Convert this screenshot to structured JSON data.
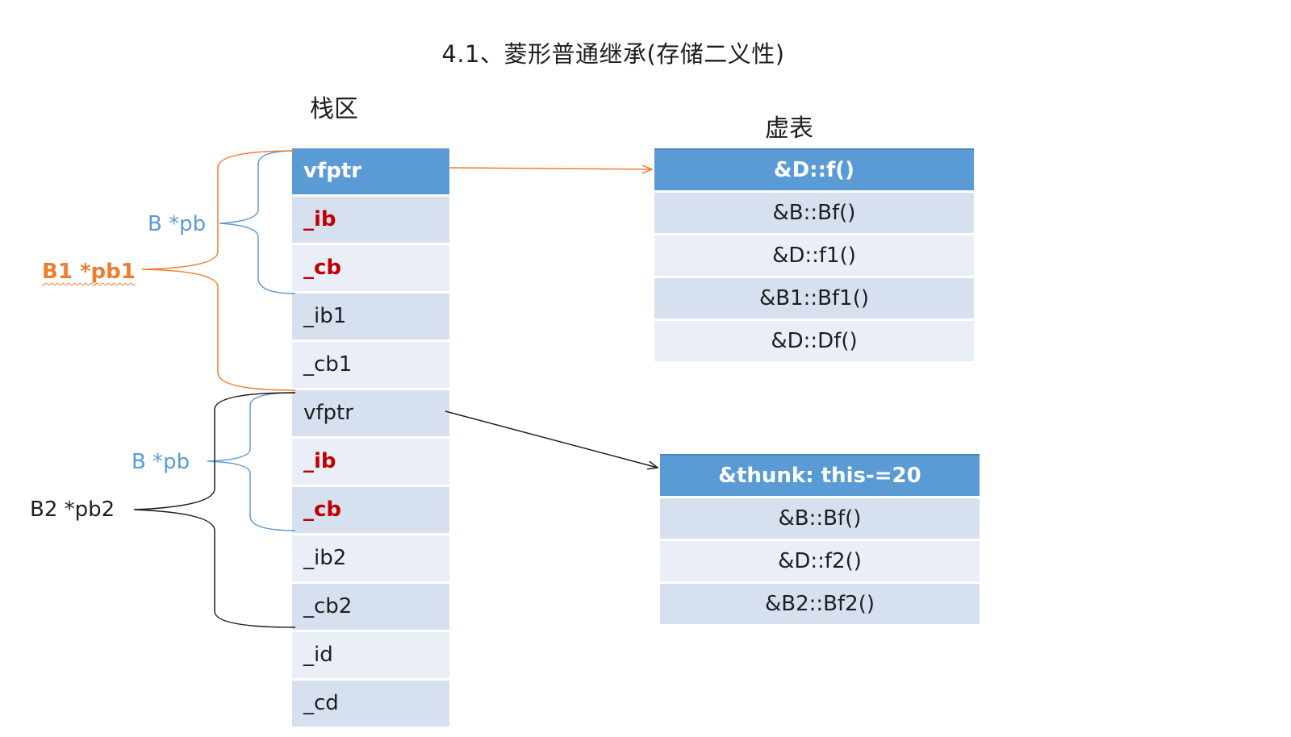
{
  "title": "4.1、菱形普通继承(存储二义性)",
  "stack_heading": "栈区",
  "vtable_heading": "虚表",
  "stack_cells": [
    {
      "text": "vfptr",
      "style": "header"
    },
    {
      "text": "_ib",
      "style": "dark red"
    },
    {
      "text": "_cb",
      "style": "light red"
    },
    {
      "text": "_ib1",
      "style": "dark"
    },
    {
      "text": "_cb1",
      "style": "light"
    },
    {
      "text": "vfptr",
      "style": "dark"
    },
    {
      "text": "_ib",
      "style": "light red"
    },
    {
      "text": "_cb",
      "style": "dark red"
    },
    {
      "text": "_ib2",
      "style": "light"
    },
    {
      "text": "_cb2",
      "style": "dark"
    },
    {
      "text": "_id",
      "style": "light"
    },
    {
      "text": "_cd",
      "style": "dark"
    }
  ],
  "vtable1": [
    {
      "text": "&D::f()",
      "style": "header"
    },
    {
      "text": "&B::Bf()",
      "style": "dark"
    },
    {
      "text": "&D::f1()",
      "style": "light"
    },
    {
      "text": "&B1::Bf1()",
      "style": "dark"
    },
    {
      "text": "&D::Df()",
      "style": "light"
    }
  ],
  "vtable2": [
    {
      "text": "&thunk: this-=20",
      "style": "header"
    },
    {
      "text": "&B::Bf()",
      "style": "dark"
    },
    {
      "text": "&D::f2()",
      "style": "light"
    },
    {
      "text": "&B2::Bf2()",
      "style": "dark"
    }
  ],
  "labels": {
    "b_pb_top": "B *pb",
    "b1_pb1": "B1 *pb1",
    "b_pb_bottom": "B *pb",
    "b2_pb2": "B2 *pb2"
  },
  "colors": {
    "header_blue": "#5b9bd5",
    "row_dark": "#d6e0ef",
    "row_light": "#e9eef7",
    "member_red": "#c00000",
    "b1_orange": "#ed7d31",
    "b_blue": "#5b9bd5"
  }
}
